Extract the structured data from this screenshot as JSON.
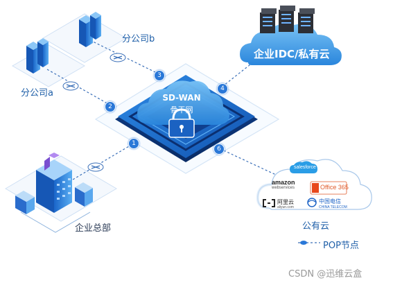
{
  "nodes": {
    "branch_b": "分公司b",
    "branch_a": "分公司a",
    "idc": "企业IDC/私有云",
    "hq": "企业总部",
    "public_cloud": "公有云",
    "sdwan_title": "SD-WAN",
    "sdwan_subtitle": "骨干网"
  },
  "links": [
    "1",
    "2",
    "3",
    "4",
    "6"
  ],
  "brands": {
    "salesforce": "salesforce",
    "amazon": "amazon",
    "amazon_sub": "webservices",
    "office": "Office 365",
    "aliyun": "阿里云",
    "aliyun_sub": "aliyun.com",
    "telecom": "中国电信",
    "telecom_sub": "CHINA TELECOM"
  },
  "legend": {
    "pop": "POP节点"
  },
  "watermark": "CSDN @迅维云盒",
  "colors": {
    "primary": "#2a78d8",
    "cloud": "#4aa3ec",
    "platform": "#1e6fd0",
    "line": "#3a6fb8"
  }
}
